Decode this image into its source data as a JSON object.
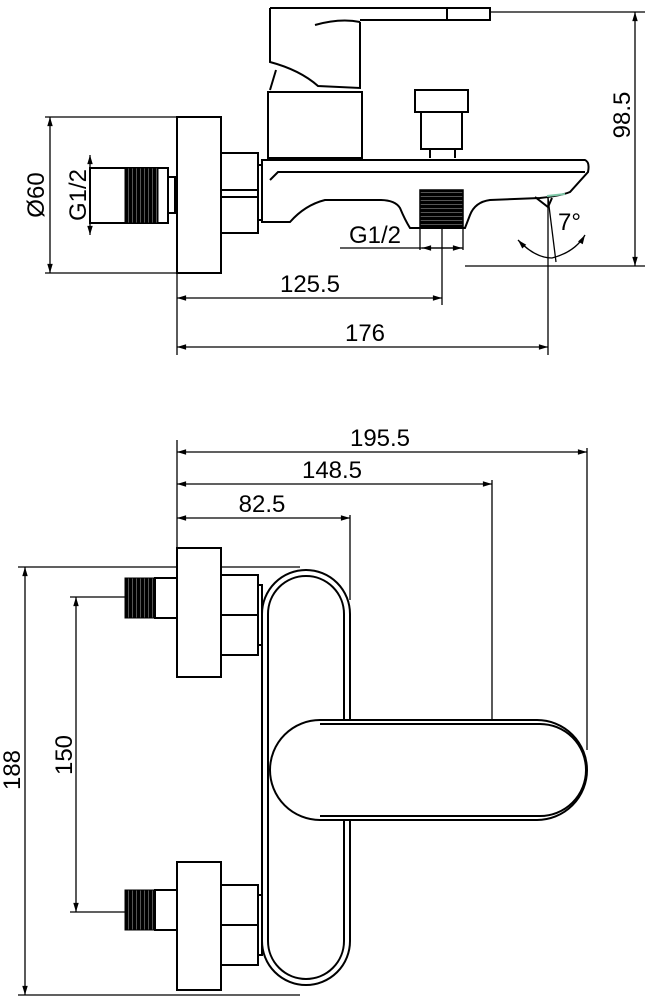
{
  "side_view": {
    "dim_height": "98.5",
    "dim_flange_diameter": "Ø60",
    "dim_inlet_thread": "G1/2",
    "dim_outlet_thread": "G1/2",
    "dim_outlet_offset": "125.5",
    "dim_total_depth": "176",
    "dim_angle": "7°"
  },
  "top_view": {
    "dim_total": "195.5",
    "dim_lever": "148.5",
    "dim_body": "82.5",
    "dim_height": "188",
    "dim_centers": "150"
  }
}
